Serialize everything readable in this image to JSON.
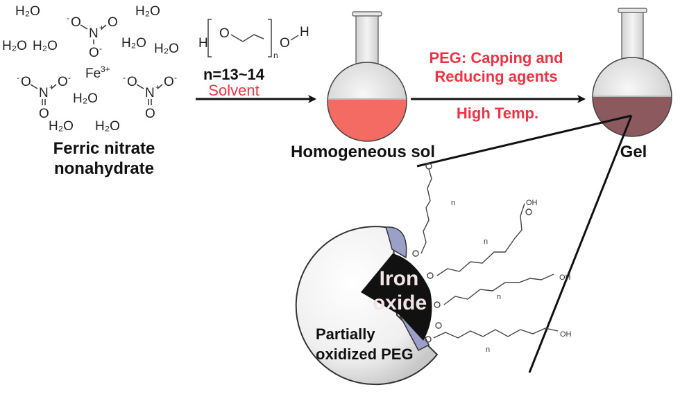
{
  "reactant": {
    "water_molecule": "H₂O",
    "iron_ion": "Fe",
    "iron_charge": "3+",
    "nitrate_n": "N",
    "nitrate_o": "O",
    "label_line1": "Ferric nitrate",
    "label_line2": "nonahydrate"
  },
  "step1": {
    "peg_h_left": "H",
    "peg_o": "O",
    "peg_h_right": "H",
    "peg_subscript": "n",
    "n_value": "n=13~14",
    "role": "Solvent"
  },
  "flask1": {
    "label": "Homogeneous sol",
    "liquid_color": "#f46b63"
  },
  "step2": {
    "line1": "PEG: Capping and",
    "line2": "Reducing agents",
    "condition": "High Temp."
  },
  "flask2": {
    "label": "Gel",
    "liquid_color": "#8c5a5e"
  },
  "nanoparticle": {
    "core_line1": "Iron",
    "core_line2": "oxide",
    "shell_line1": "Partially",
    "shell_line2": "oxidized PEG",
    "chain_terminal_oh": "OH",
    "chain_subscript": "n"
  },
  "colors": {
    "accent_red": "#ee3344",
    "core": "#111111",
    "shell": "#f2f2f2",
    "cut_face": "#9aa0c8"
  }
}
